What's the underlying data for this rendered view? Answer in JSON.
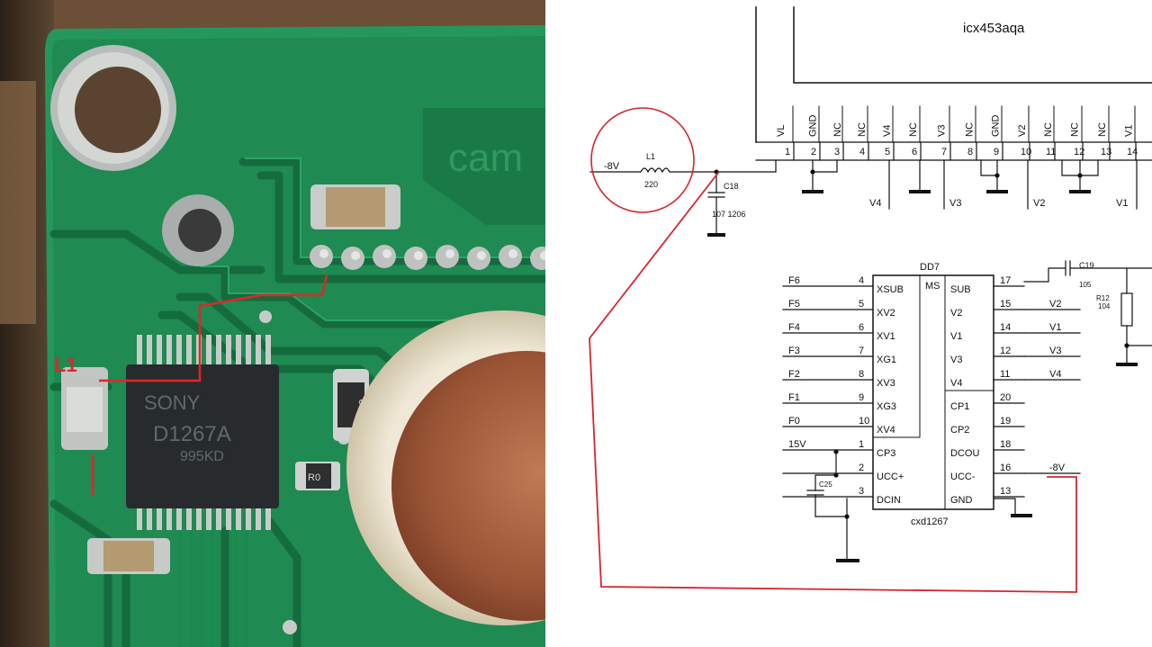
{
  "photo": {
    "silkscreen_text": "cam",
    "marker_label": "L1",
    "chip_lines": [
      "SONY",
      "D1267A",
      "995KD"
    ],
    "smd_markings": [
      "D8",
      "R0"
    ],
    "colors": {
      "pcb": "#1f8a52",
      "pcb_dark": "#146b3d",
      "solder": "#bfc3c0",
      "chip": "#272b2d",
      "copper": "#a8613f",
      "annotation": "#e0262a"
    }
  },
  "schematic": {
    "sensor": {
      "name": "icx453aqa",
      "pins": [
        {
          "num": "1",
          "name": "VL"
        },
        {
          "num": "2",
          "name": "GND"
        },
        {
          "num": "3",
          "name": "NC"
        },
        {
          "num": "4",
          "name": "NC"
        },
        {
          "num": "5",
          "name": "V4"
        },
        {
          "num": "6",
          "name": "NC"
        },
        {
          "num": "7",
          "name": "V3"
        },
        {
          "num": "8",
          "name": "NC"
        },
        {
          "num": "9",
          "name": "GND"
        },
        {
          "num": "10",
          "name": "V2"
        },
        {
          "num": "11",
          "name": "NC"
        },
        {
          "num": "12",
          "name": "NC"
        },
        {
          "num": "13",
          "name": "NC"
        },
        {
          "num": "14",
          "name": "V1"
        }
      ],
      "drop_labels": [
        "V4",
        "V3",
        "V2",
        "V1"
      ]
    },
    "inductor": {
      "ref": "L1",
      "value": "220",
      "net": "-8V"
    },
    "c18": {
      "ref": "C18",
      "value": "107 1206"
    },
    "c19": {
      "ref": "C19",
      "value": "105"
    },
    "r12": {
      "ref": "R12",
      "value": "104"
    },
    "c25": {
      "ref": "C25"
    },
    "driver": {
      "ref": "DD7",
      "part": "cxd1267",
      "ms_label": "MS",
      "left_pins": [
        {
          "num": "4",
          "name": "XSUB",
          "net": "F6"
        },
        {
          "num": "5",
          "name": "XV2",
          "net": "F5"
        },
        {
          "num": "6",
          "name": "XV1",
          "net": "F4"
        },
        {
          "num": "7",
          "name": "XG1",
          "net": "F3"
        },
        {
          "num": "8",
          "name": "XV3",
          "net": "F2"
        },
        {
          "num": "9",
          "name": "XG3",
          "net": "F1"
        },
        {
          "num": "10",
          "name": "XV4",
          "net": "F0"
        },
        {
          "num": "1",
          "name": "CP3",
          "net": "15V"
        },
        {
          "num": "2",
          "name": "UCC+",
          "net": ""
        },
        {
          "num": "3",
          "name": "DCIN",
          "net": ""
        }
      ],
      "right_pins": [
        {
          "num": "17",
          "name": "SUB",
          "net": ""
        },
        {
          "num": "15",
          "name": "V2",
          "net": "V2"
        },
        {
          "num": "14",
          "name": "V1",
          "net": "V1"
        },
        {
          "num": "12",
          "name": "V3",
          "net": "V3"
        },
        {
          "num": "11",
          "name": "V4",
          "net": "V4"
        },
        {
          "num": "20",
          "name": "CP1",
          "net": ""
        },
        {
          "num": "19",
          "name": "CP2",
          "net": ""
        },
        {
          "num": "18",
          "name": "DCOU",
          "net": ""
        },
        {
          "num": "16",
          "name": "UCC-",
          "net": "-8V"
        },
        {
          "num": "13",
          "name": "GND",
          "net": ""
        }
      ]
    },
    "annotation_color": "#d8242b"
  }
}
